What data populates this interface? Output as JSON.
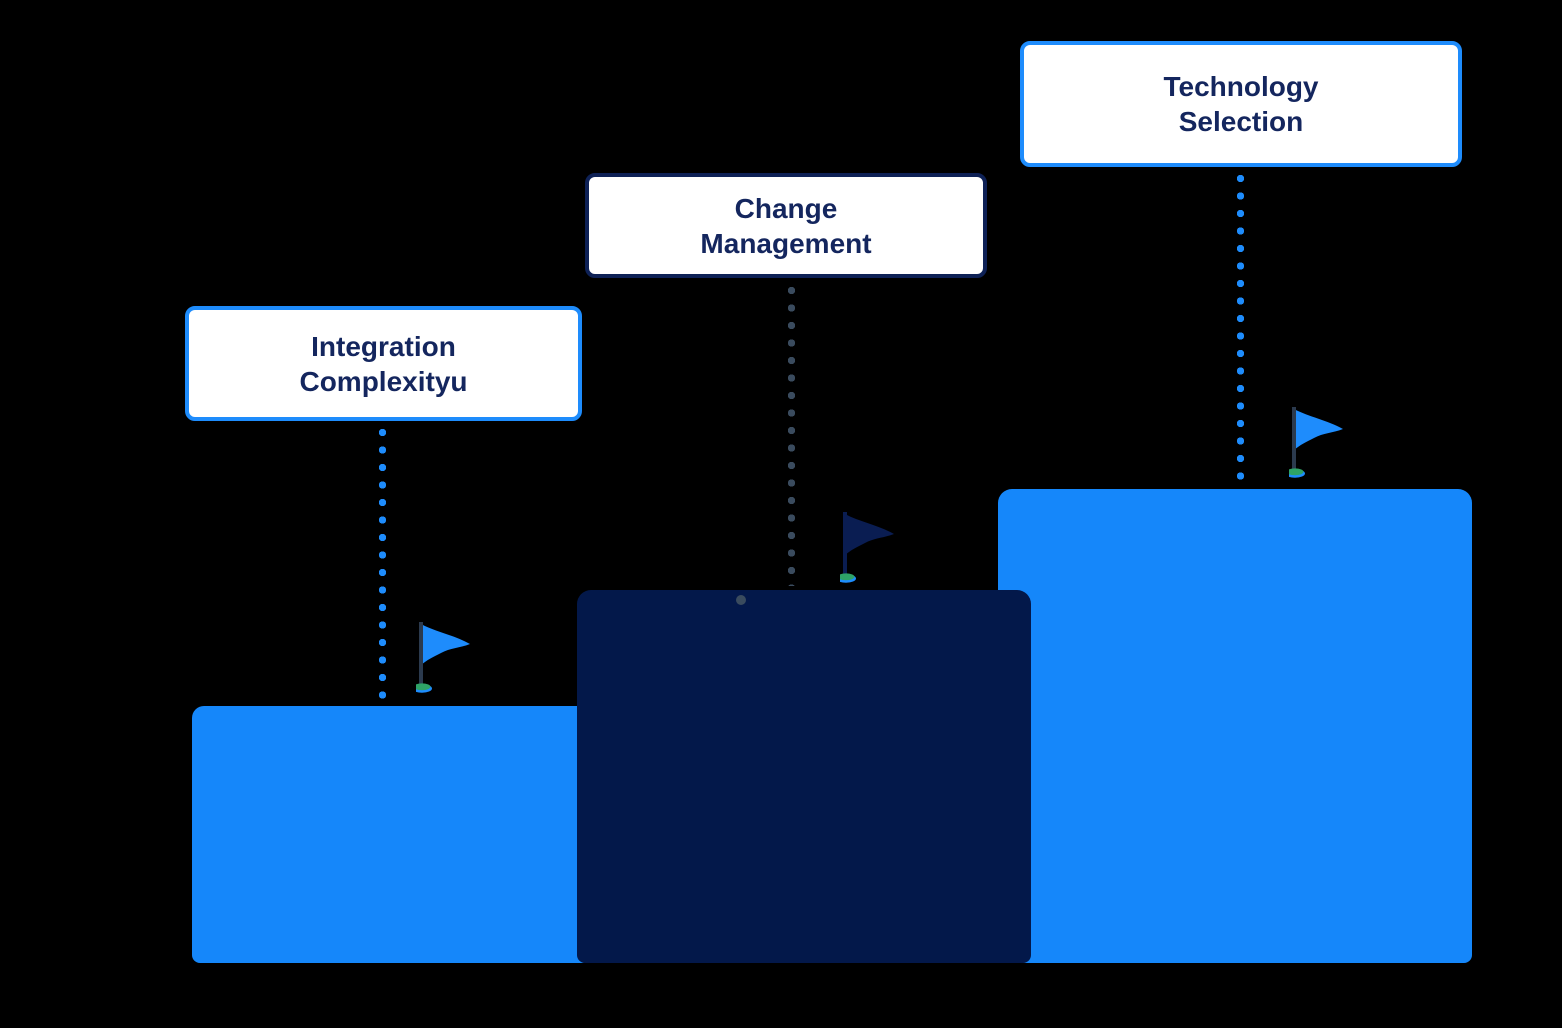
{
  "diagram": {
    "description": "Three-step podium infographic with flag markers and labeled callout boxes",
    "background": "#000000"
  },
  "colors": {
    "bar_blue": "#1587FA",
    "bar_navy": "#03184A",
    "box_background": "#FFFFFF",
    "box_border_blue": "#1E8CFC",
    "box_border_navy": "#0E2156",
    "label_text": "#14265E",
    "dot_blue": "#1E8CFC",
    "dot_slate": "#3A4B5E",
    "flag_pennant_blue": "#1E8CFC",
    "flag_pennant_navy": "#0A1D52",
    "flag_pole": "#2B3A4E",
    "flag_base_green": "#2EA367"
  },
  "milestones": [
    {
      "label_lines": [
        "Integration",
        "Complexityu"
      ],
      "theme": "blue",
      "bar_color": "blue",
      "connector_color": "blue",
      "flag_color": "blue",
      "bar_height_rank": "shortest"
    },
    {
      "label_lines": [
        "Change",
        "Management"
      ],
      "theme": "navy",
      "bar_color": "navy",
      "connector_color": "slate",
      "flag_color": "navy",
      "bar_height_rank": "middle"
    },
    {
      "label_lines": [
        "Technology",
        "Selection"
      ],
      "theme": "blue",
      "bar_color": "blue",
      "connector_color": "blue",
      "flag_color": "blue",
      "bar_height_rank": "tallest"
    }
  ],
  "icons": [
    {
      "name": "pennant-flag-icon",
      "meaning": "milestone flag planted on step"
    }
  ]
}
